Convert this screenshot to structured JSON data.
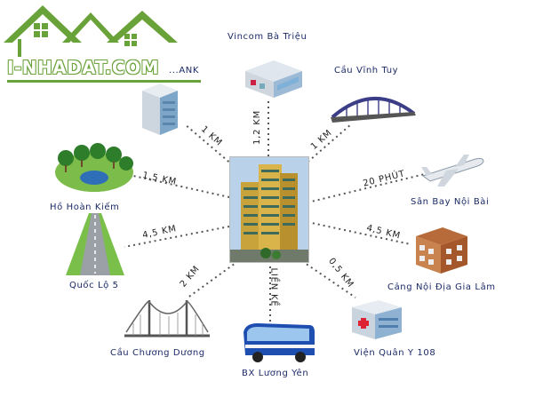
{
  "logo": {
    "text": "I-NHADAT.COM",
    "color": "#6aa23a"
  },
  "center": {
    "label": "building-photo"
  },
  "destinations": [
    {
      "id": "vincom",
      "label": "Vincom Bà Triệu",
      "distance": "1,2 KM",
      "icon": "shopping-mall-icon"
    },
    {
      "id": "bank",
      "label": "...ANK",
      "distance": "1 KM",
      "icon": "office-building-icon"
    },
    {
      "id": "vinh-tuy",
      "label": "Cầu Vĩnh Tuy",
      "distance": "1 KM",
      "icon": "arch-bridge-icon"
    },
    {
      "id": "noi-bai",
      "label": "Sân Bay Nội Bài",
      "distance": "20 PHÚT",
      "icon": "airplane-icon"
    },
    {
      "id": "hoan-kiem",
      "label": "Hồ Hoàn Kiếm",
      "distance": "1,5 KM",
      "icon": "lake-trees-icon"
    },
    {
      "id": "gia-lam",
      "label": "Cảng Nội Địa Gia Lâm",
      "distance": "4,5 KM",
      "icon": "warehouse-icon"
    },
    {
      "id": "ql5",
      "label": "Quốc Lộ 5",
      "distance": "4,5 KM",
      "icon": "highway-icon"
    },
    {
      "id": "chuong-duong",
      "label": "Cầu Chương Dương",
      "distance": "2 KM",
      "icon": "suspension-bridge-icon"
    },
    {
      "id": "luong-yen",
      "label": "BX Lương Yên",
      "distance": "LIỀN KỀ",
      "icon": "bus-icon"
    },
    {
      "id": "vien-108",
      "label": "Viện Quân Y 108",
      "distance": "0,5 KM",
      "icon": "hospital-icon"
    }
  ]
}
